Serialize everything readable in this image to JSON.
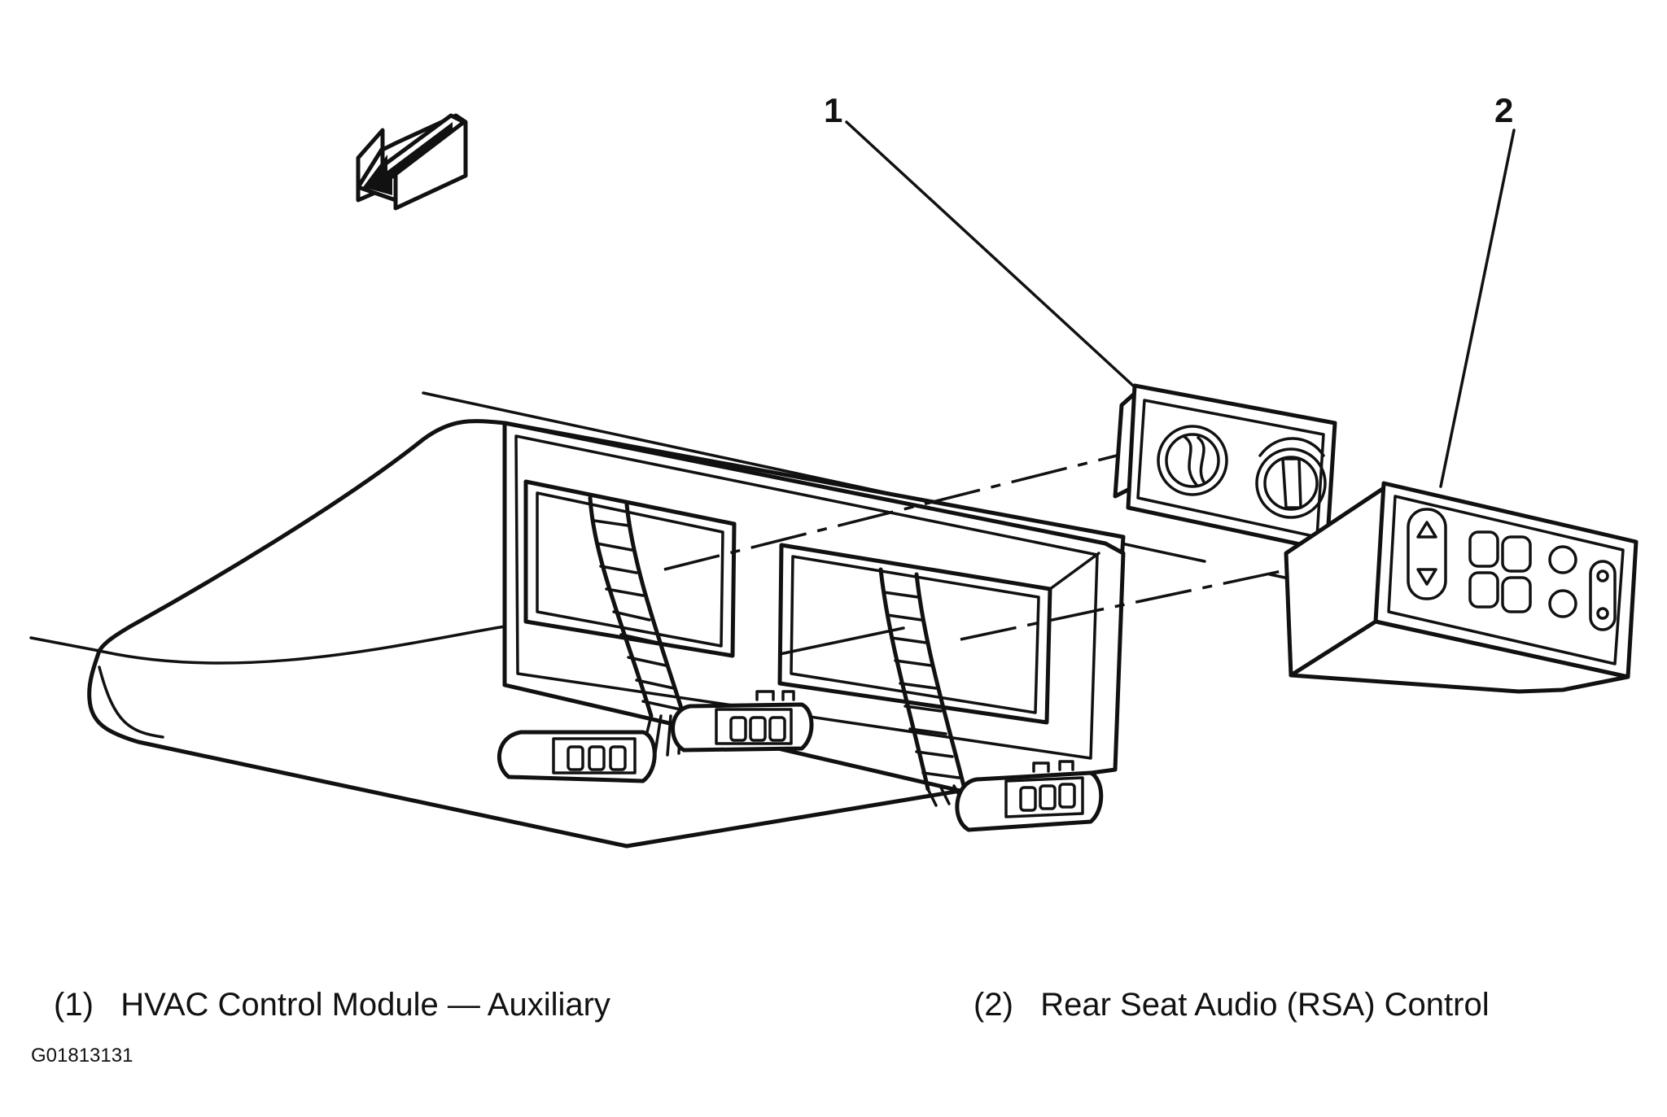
{
  "callouts": {
    "one": "1",
    "two": "2"
  },
  "legend": {
    "item1": "(1)   HVAC Control Module — Auxiliary",
    "item2": "(2)   Rear Seat Audio (RSA) Control"
  },
  "figure_code": "G01813131",
  "icons": {
    "arrow": "forward-direction-arrow-icon",
    "hvac": "hvac-knob-icon",
    "rsa": "rsa-button-icon"
  },
  "colors": {
    "ink": "#111111",
    "background": "#ffffff"
  }
}
